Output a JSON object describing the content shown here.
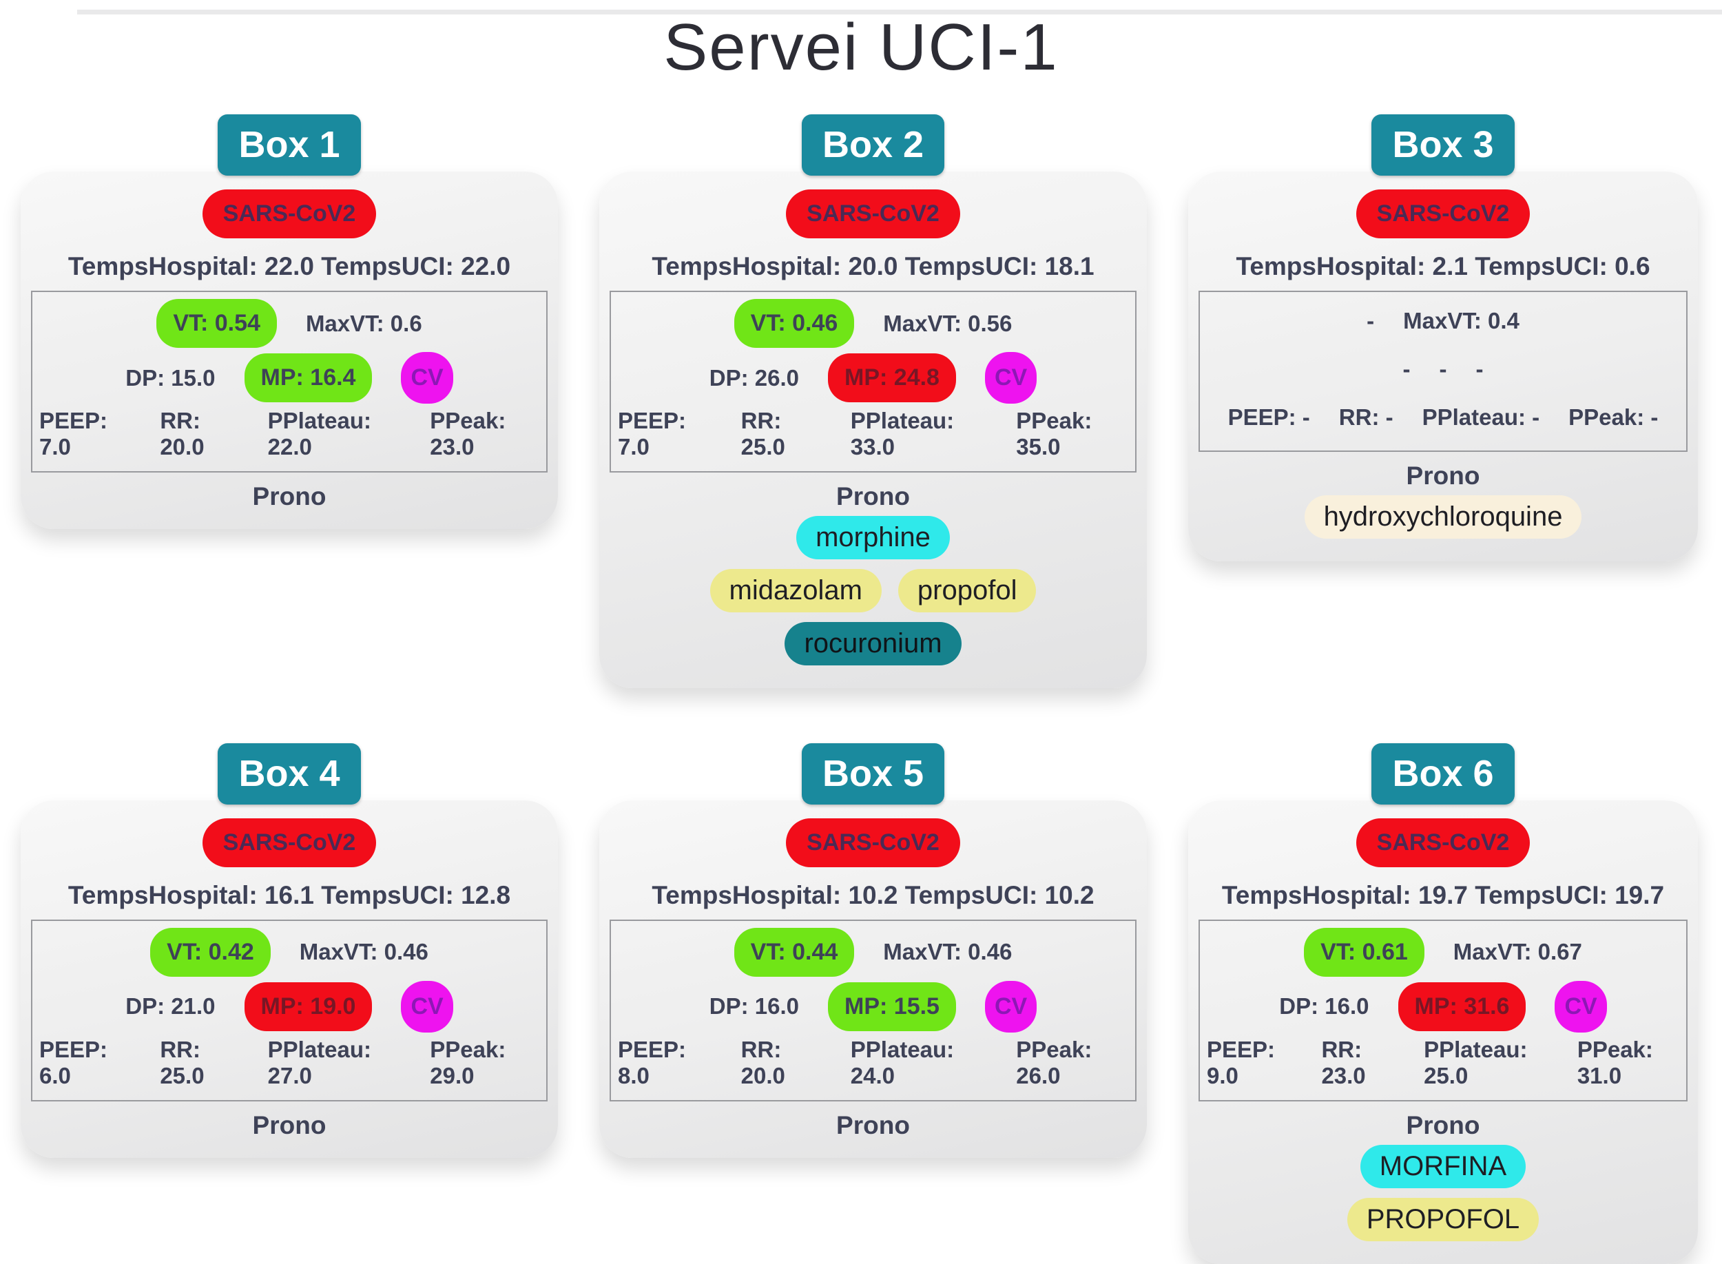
{
  "title": "Servei UCI-1",
  "colors": {
    "badge_teal": "#1A8A9E",
    "alert_red": "#F20D1A",
    "ok_green": "#70E517",
    "cv_magenta": "#EE13EF",
    "med_cyan": "#2FE9EA",
    "med_yellow": "#EDE98D",
    "med_teal": "#16828D",
    "med_cream": "#F9F0DC",
    "text_slate": "#3E4257"
  },
  "boxes": [
    {
      "label": "Box 1",
      "diagnosis": "SARS-CoV2",
      "temps": "TempsHospital: 22.0 TempsUCI: 22.0",
      "vt": {
        "text": "VT: 0.54",
        "cls": "chip green"
      },
      "maxvt": "MaxVT: 0.6",
      "dp": "DP: 15.0",
      "mp": {
        "text": "MP: 16.4",
        "cls": "chip green"
      },
      "cv": {
        "text": "CV",
        "cls": "chip magenta"
      },
      "peep": "PEEP: 7.0",
      "rr": "RR: 20.0",
      "pplateau": "PPlateau: 22.0",
      "ppeak": "PPeak: 23.0",
      "position": "Prono",
      "meds": []
    },
    {
      "label": "Box 2",
      "diagnosis": "SARS-CoV2",
      "temps": "TempsHospital: 20.0 TempsUCI: 18.1",
      "vt": {
        "text": "VT: 0.46",
        "cls": "chip green"
      },
      "maxvt": "MaxVT: 0.56",
      "dp": "DP: 26.0",
      "mp": {
        "text": "MP: 24.8",
        "cls": "chip red"
      },
      "cv": {
        "text": "CV",
        "cls": "chip magenta"
      },
      "peep": "PEEP: 7.0",
      "rr": "RR: 25.0",
      "pplateau": "PPlateau: 33.0",
      "ppeak": "PPeak: 35.0",
      "position": "Prono",
      "meds": [
        {
          "text": "morphine",
          "cls": "medpill cyan"
        },
        {
          "text": "midazolam",
          "cls": "medpill yellow"
        },
        {
          "text": "propofol",
          "cls": "medpill yellow"
        },
        {
          "text": "rocuronium",
          "cls": "medpill teal"
        }
      ]
    },
    {
      "label": "Box 3",
      "diagnosis": "SARS-CoV2",
      "temps": "TempsHospital: 2.1 TempsUCI: 0.6",
      "vt": {
        "text": "-",
        "cls": "metric"
      },
      "maxvt": "MaxVT: 0.4",
      "dp": "-",
      "mp": {
        "text": "-",
        "cls": "metric"
      },
      "cv": {
        "text": "-",
        "cls": "metric"
      },
      "peep": "PEEP: -",
      "rr": "RR: -",
      "pplateau": "PPlateau: -",
      "ppeak": "PPeak: -",
      "position": "Prono",
      "meds": [
        {
          "text": "hydroxychloroquine",
          "cls": "medpill cream"
        }
      ]
    },
    {
      "label": "Box 4",
      "diagnosis": "SARS-CoV2",
      "temps": "TempsHospital: 16.1 TempsUCI: 12.8",
      "vt": {
        "text": "VT: 0.42",
        "cls": "chip green"
      },
      "maxvt": "MaxVT: 0.46",
      "dp": "DP: 21.0",
      "mp": {
        "text": "MP: 19.0",
        "cls": "chip red"
      },
      "cv": {
        "text": "CV",
        "cls": "chip magenta"
      },
      "peep": "PEEP: 6.0",
      "rr": "RR: 25.0",
      "pplateau": "PPlateau: 27.0",
      "ppeak": "PPeak: 29.0",
      "position": "Prono",
      "meds": []
    },
    {
      "label": "Box 5",
      "diagnosis": "SARS-CoV2",
      "temps": "TempsHospital: 10.2 TempsUCI: 10.2",
      "vt": {
        "text": "VT: 0.44",
        "cls": "chip green"
      },
      "maxvt": "MaxVT: 0.46",
      "dp": "DP: 16.0",
      "mp": {
        "text": "MP: 15.5",
        "cls": "chip green"
      },
      "cv": {
        "text": "CV",
        "cls": "chip magenta"
      },
      "peep": "PEEP: 8.0",
      "rr": "RR: 20.0",
      "pplateau": "PPlateau: 24.0",
      "ppeak": "PPeak: 26.0",
      "position": "Prono",
      "meds": []
    },
    {
      "label": "Box 6",
      "diagnosis": "SARS-CoV2",
      "temps": "TempsHospital: 19.7 TempsUCI: 19.7",
      "vt": {
        "text": "VT: 0.61",
        "cls": "chip green"
      },
      "maxvt": "MaxVT: 0.67",
      "dp": "DP: 16.0",
      "mp": {
        "text": "MP: 31.6",
        "cls": "chip red"
      },
      "cv": {
        "text": "CV",
        "cls": "chip magenta"
      },
      "peep": "PEEP: 9.0",
      "rr": "RR: 23.0",
      "pplateau": "PPlateau: 25.0",
      "ppeak": "PPeak: 31.0",
      "position": "Prono",
      "meds": [
        {
          "text": "MORFINA",
          "cls": "medpill cyan"
        },
        {
          "text": "PROPOFOL",
          "cls": "medpill yellow"
        }
      ]
    }
  ]
}
